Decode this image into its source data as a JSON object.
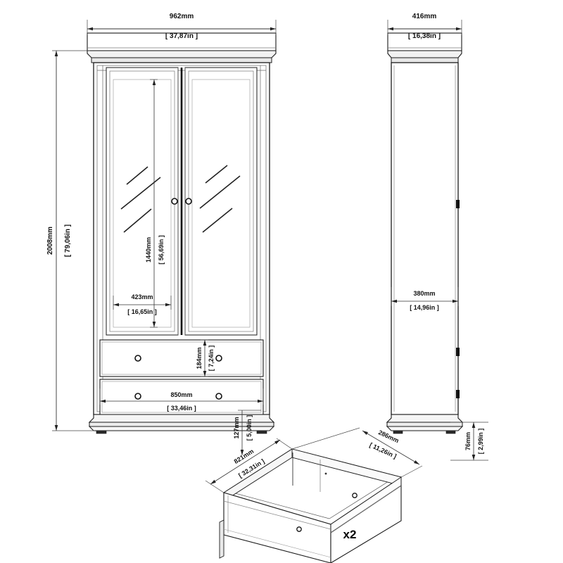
{
  "document": {
    "type": "technical-dimension-drawing",
    "subject": "2-door glazed wardrobe cabinet with 2 drawers",
    "units_primary": "mm",
    "units_secondary": "in"
  },
  "views": {
    "front": {
      "name": "front-elevation",
      "dimensions": {
        "overall_width": {
          "mm": "962mm",
          "in": "[ 37,87in ]"
        },
        "overall_height": {
          "mm": "2008mm",
          "in": "[ 79,06in ]"
        },
        "glass_panel_height": {
          "mm": "1440mm",
          "in": "[ 56,69in ]"
        },
        "glass_panel_width": {
          "mm": "423mm",
          "in": "[ 16,65in ]"
        },
        "drawer_front_height": {
          "mm": "184mm",
          "in": "[ 7,24in ]"
        },
        "drawer_front_width": {
          "mm": "850mm",
          "in": "[ 33,46in ]"
        }
      }
    },
    "side": {
      "name": "side-elevation",
      "dimensions": {
        "overall_depth": {
          "mm": "416mm",
          "in": "[ 16,38in ]"
        },
        "carcass_depth": {
          "mm": "380mm",
          "in": "[ 14,96in ]"
        }
      }
    },
    "drawer_detail": {
      "name": "drawer-isometric-detail",
      "quantity_label": "x2",
      "dimensions": {
        "drawer_length": {
          "mm": "821mm",
          "in": "[ 32,31in ]"
        },
        "drawer_width": {
          "mm": "286mm",
          "in": "[ 11,26in ]"
        },
        "drawer_height": {
          "mm": "127mm",
          "in": "[ 5,00in ]"
        },
        "drawer_side_height": {
          "mm": "76mm",
          "in": "[ 2,99in ]"
        }
      }
    }
  },
  "colors": {
    "line": "#1a1a1a",
    "thin_line": "#555555",
    "dimension_line": "#333333",
    "background": "#ffffff",
    "fill": "#ffffff",
    "shade": "#ededed"
  }
}
